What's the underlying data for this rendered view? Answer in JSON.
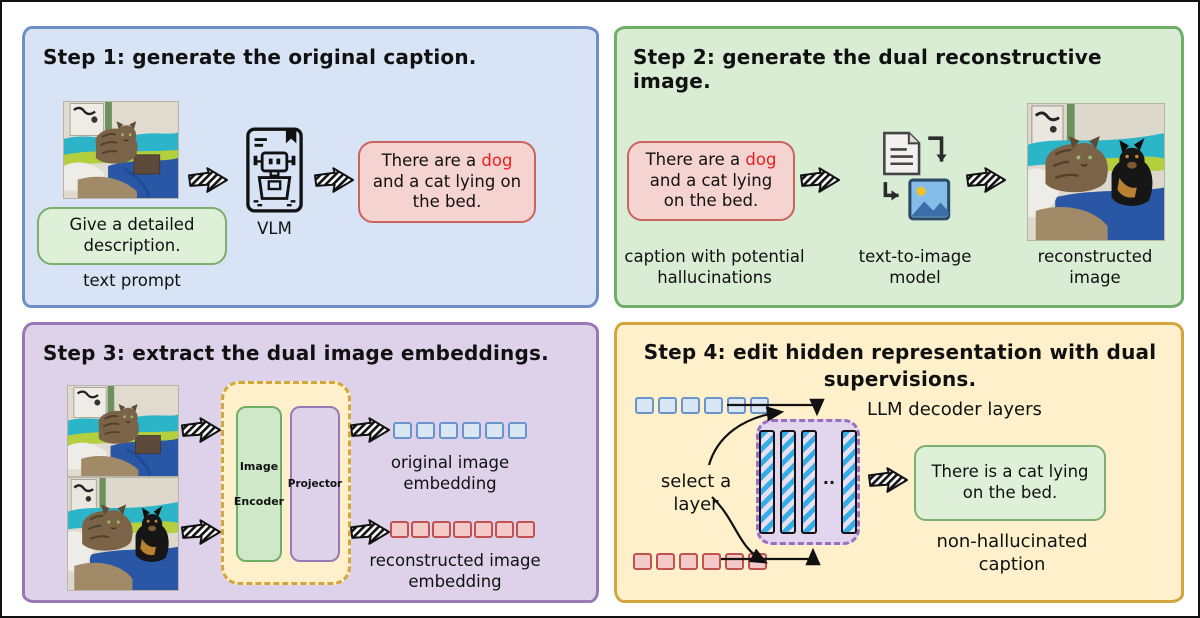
{
  "figure": {
    "step1": {
      "title": "Step 1: generate the original caption.",
      "prompt_text": "Give a detailed description.",
      "prompt_label": "text prompt",
      "model_label": "VLM",
      "caption_pre": "There are a ",
      "caption_highlight": "dog",
      "caption_post": " and a cat lying on the bed."
    },
    "step2": {
      "title": "Step 2: generate the dual reconstructive image.",
      "caption_pre": "There are a ",
      "caption_highlight": "dog",
      "caption_post": " and a cat lying on the bed.",
      "caption_label": "caption with potential hallucinations",
      "model_label": "text-to-image model",
      "image_label": "reconstructed image"
    },
    "step3": {
      "title": "Step 3: extract the dual image embeddings.",
      "encoder_line1": "Image",
      "encoder_line2": "Encoder",
      "projector_label": "Projector",
      "original_embedding_label": "original image embedding",
      "reconstructed_embedding_label": "reconstructed image embedding",
      "original_token_count": 6,
      "reconstructed_token_count": 7
    },
    "step4": {
      "title": "Step 4: edit hidden representation with dual supervisions.",
      "decoder_label": "LLM decoder layers",
      "select_label": "select a layer",
      "ellipsis": "··",
      "output_text": "There is a cat lying on the bed.",
      "output_label": "non-hallucinated caption",
      "original_token_count": 6,
      "reconstructed_token_count": 6
    },
    "colors": {
      "panel1_bg": "#d8e4f6",
      "panel1_border": "#6d8ec6",
      "panel2_bg": "#d9ecd4",
      "panel2_border": "#6fae67",
      "panel3_bg": "#ddd2e9",
      "panel3_border": "#9878b6",
      "panel4_bg": "#fdf0cb",
      "panel4_border": "#d2a63c",
      "hallucination_red": "#e8211d",
      "caption_box_bg": "#f5d3d1",
      "caption_box_border": "#c9645e",
      "prompt_box_bg": "#def0d8",
      "prompt_box_border": "#7cae6d",
      "token_blue": "#6b93cc",
      "token_red": "#c05252",
      "decoder_stripe_blue": "#35aee8"
    }
  }
}
